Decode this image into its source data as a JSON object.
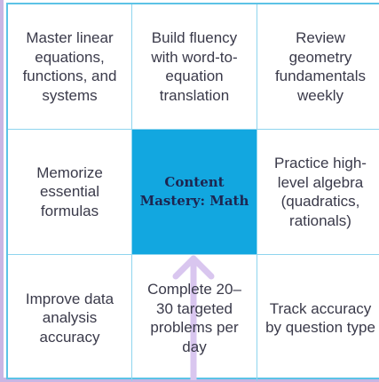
{
  "grid": {
    "cells": [
      {
        "text": "Master linear equations, functions, and systems"
      },
      {
        "text": "Build fluency with word-to-equation translation"
      },
      {
        "text": "Review geometry fundamentals weekly"
      },
      {
        "text": "Memorize essential formulas"
      },
      {
        "text": "Content Mastery: Math"
      },
      {
        "text": "Practice high-level algebra (quadratics, rationals)"
      },
      {
        "text": "Improve data analysis accuracy"
      },
      {
        "text": "Complete 20–30 targeted problems per day"
      },
      {
        "text": "Track accuracy by question type"
      }
    ]
  },
  "colors": {
    "center_fill": "#12a7e0",
    "grid_line": "#5cc3e6",
    "arrow": "#d9c6ef",
    "frame": "#c9b6e4"
  }
}
